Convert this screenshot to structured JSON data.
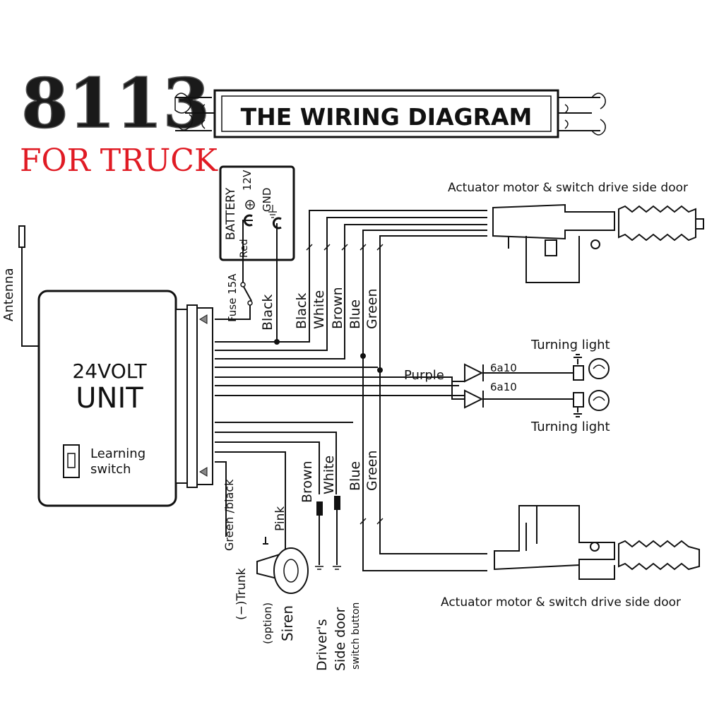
{
  "header": {
    "model": "8113",
    "subtitle": "FOR TRUCK",
    "banner": "THE WIRING DIAGRAM"
  },
  "labels": {
    "antenna": "Antenna",
    "unit_line1": "24VOLT",
    "unit_line2": "UNIT",
    "learning_line1": "Learning",
    "learning_line2": "switch",
    "battery": "BATTERY",
    "battery_12v": "12V",
    "battery_gnd": "GND",
    "battery_red": "Red",
    "fuse": "Fuse 15A",
    "actuator_top": "Actuator motor & switch drive side door",
    "actuator_bottom": "Actuator motor & switch drive side door",
    "turning_light_top": "Turning light",
    "turning_light_bottom": "Turning light",
    "purple": "Purple",
    "diode_top": "6a10",
    "diode_bottom": "6a10",
    "trunk": "(−)Trunk",
    "green_black": "Green /black",
    "pink": "Pink",
    "siren": "Siren",
    "siren_option": "(option)",
    "drivers": "Driver's",
    "side_door": "Side door",
    "switch_button": "switch button"
  },
  "wire_colors": {
    "black_fuse": "Black",
    "black_gnd": "Black",
    "white_top": "White",
    "brown_top": "Brown",
    "blue_top": "Blue",
    "green_top": "Green",
    "brown_bottom": "Brown",
    "white_bottom": "White",
    "blue_bottom": "Blue",
    "green_bottom": "Green"
  }
}
